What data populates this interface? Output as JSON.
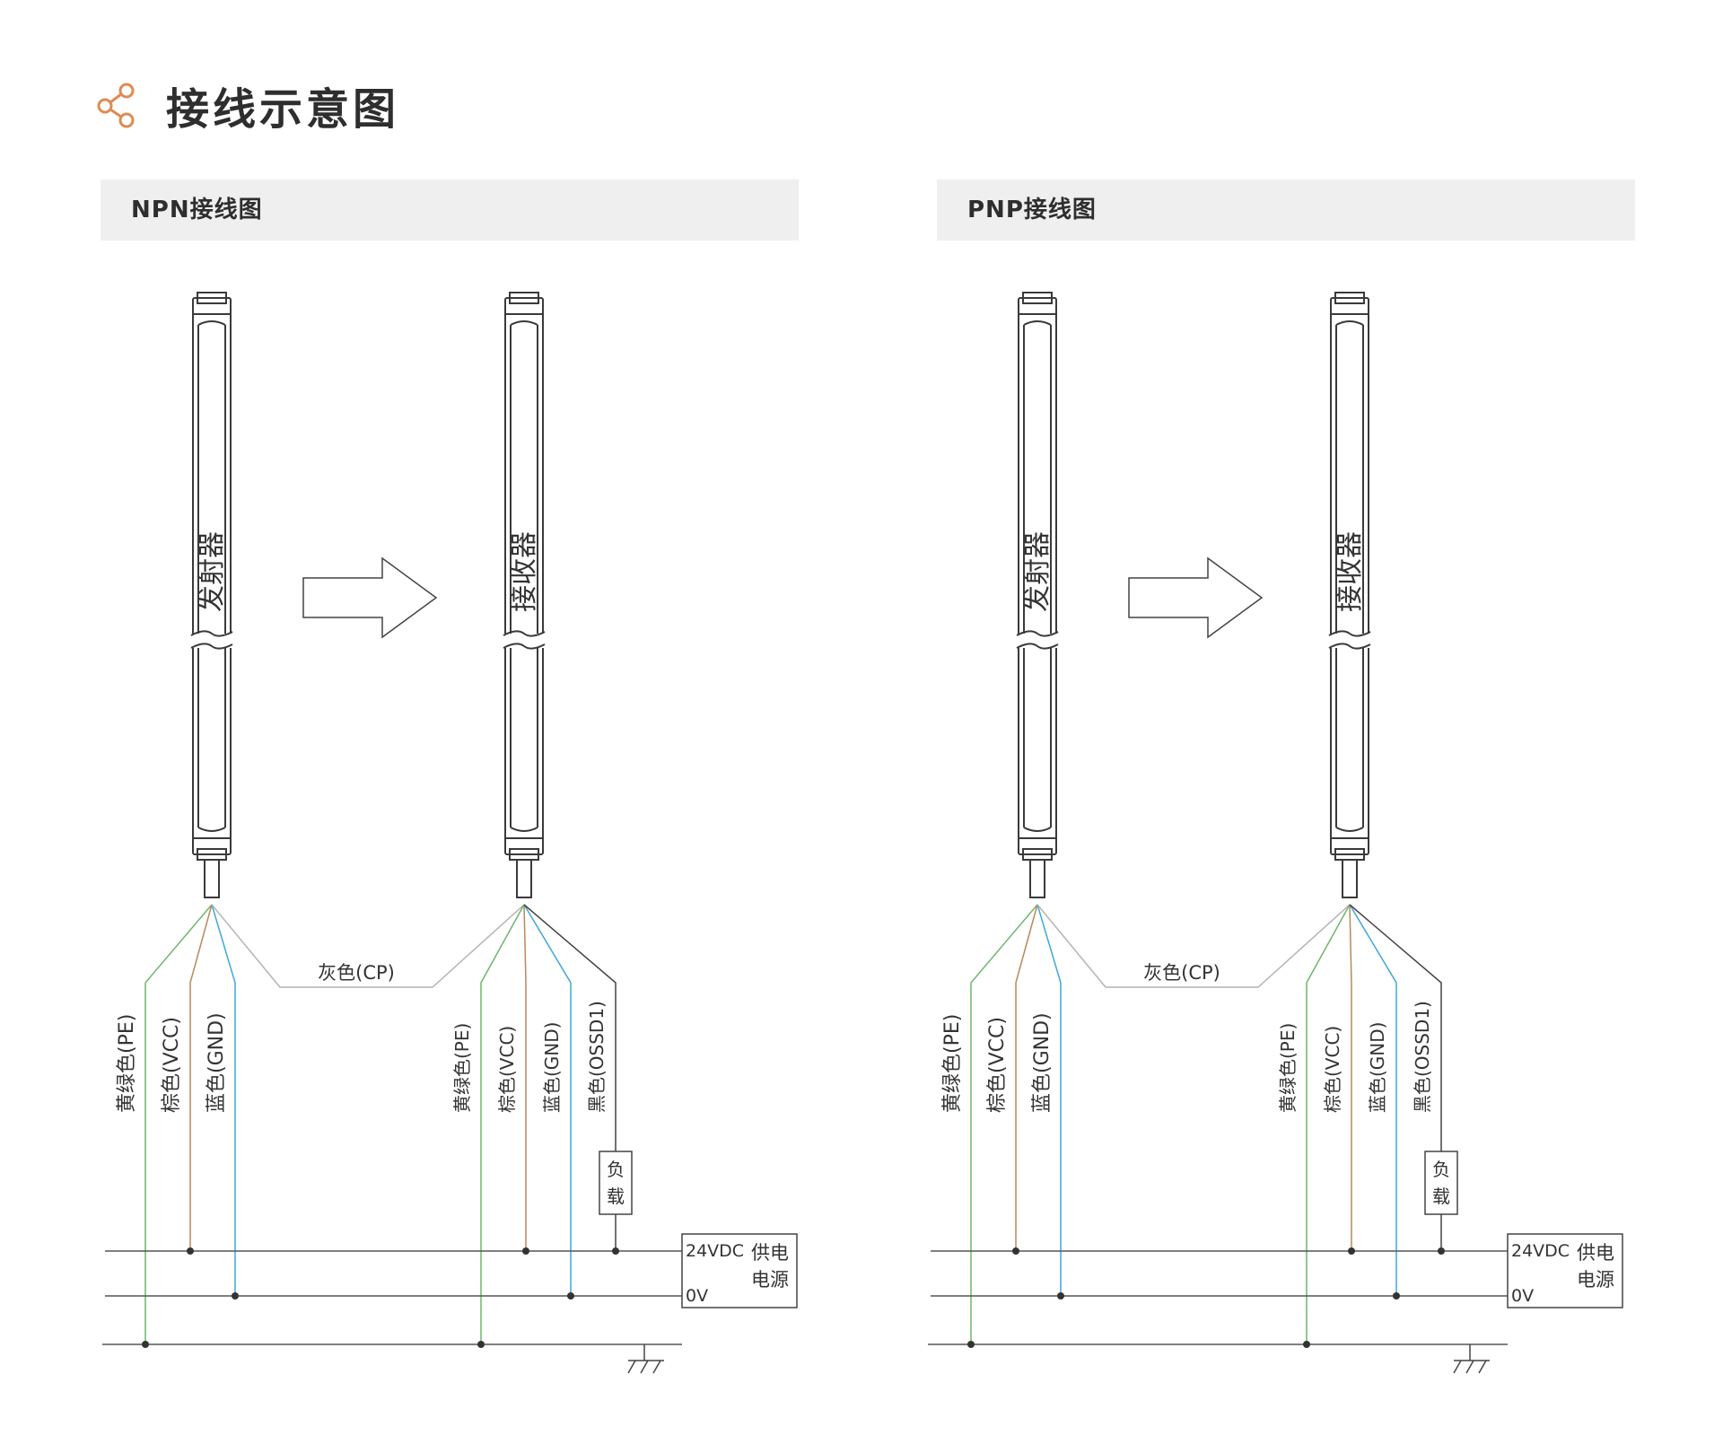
{
  "page": {
    "title": "接线示意图",
    "icon": "share-icon",
    "accent_color": "#e08a52"
  },
  "colors": {
    "yellow_green": "#6fb56f",
    "brown": "#b8895a",
    "blue": "#3fa7d9",
    "gray": "#b4b4b4",
    "black": "#444444"
  },
  "diagrams": [
    {
      "id": "npn",
      "title": "NPN接线图",
      "emitter_label": "发射器",
      "receiver_label": "接收器",
      "gray_wire_label": "灰色(CP)",
      "emitter_wires": [
        "黄绿色(PE)",
        "棕色(VCC)",
        "蓝色(GND)"
      ],
      "receiver_wires": [
        "黄绿色(PE)",
        "棕色(VCC)",
        "蓝色(GND)",
        "黑色(OSSD1)"
      ],
      "load_label": [
        "负",
        "载"
      ],
      "power_voltage": "24VDC",
      "power_zero": "0V",
      "power_label": [
        "供电",
        "电源"
      ]
    },
    {
      "id": "pnp",
      "title": "PNP接线图",
      "emitter_label": "发射器",
      "receiver_label": "接收器",
      "gray_wire_label": "灰色(CP)",
      "emitter_wires": [
        "黄绿色(PE)",
        "棕色(VCC)",
        "蓝色(GND)"
      ],
      "receiver_wires": [
        "黄绿色(PE)",
        "棕色(VCC)",
        "蓝色(GND)",
        "黑色(OSSD1)"
      ],
      "load_label": [
        "负",
        "载"
      ],
      "power_voltage": "24VDC",
      "power_zero": "0V",
      "power_label": [
        "供电",
        "电源"
      ]
    }
  ]
}
